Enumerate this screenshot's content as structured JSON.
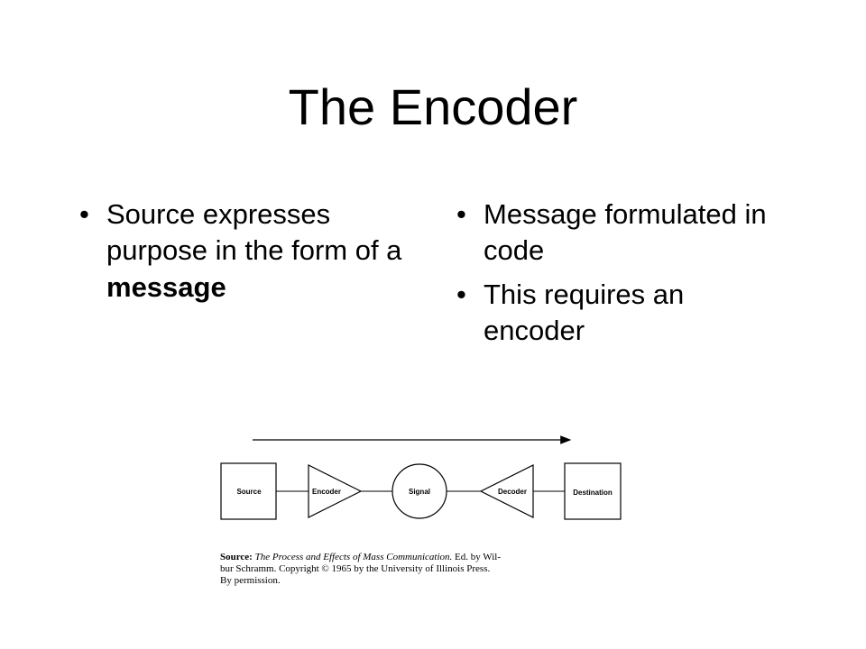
{
  "title": "The Encoder",
  "left_bullets": [
    {
      "text_plain": "Source expresses purpose in the form of a ",
      "text_bold": "message"
    }
  ],
  "right_bullets": [
    {
      "text": "Message formulated in code"
    },
    {
      "text": "This requires an encoder"
    }
  ],
  "diagram": {
    "nodes": {
      "source": "Source",
      "encoder": "Encoder",
      "signal": "Signal",
      "decoder": "Decoder",
      "destination": "Destination"
    }
  },
  "citation": {
    "label": "Source:",
    "book_title": "The Process and Effects of Mass Communication.",
    "rest_line1": " Ed. by Wil-",
    "line2": "bur Schramm. Copyright © 1965 by the University of Illinois Press.",
    "line3": "By permission."
  }
}
